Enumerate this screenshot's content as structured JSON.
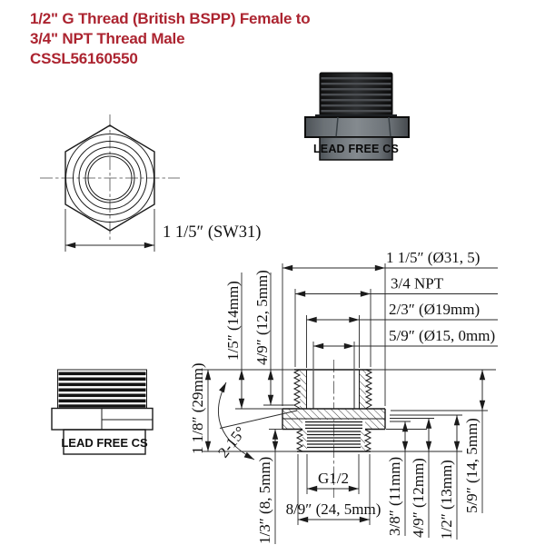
{
  "title": {
    "line1": "1/2\" G Thread (British BSPP) Female to",
    "line2": "3/4\" NPT Thread Male",
    "sku": "CSSL56160550"
  },
  "colors": {
    "title_red": "#AC2430",
    "drawing_line": "#1b1b1b",
    "photo_metal_gray": "#6b7176",
    "photo_thread_black": "#1a1a1a"
  },
  "photo": {
    "body_label": "LEAD FREE CS"
  },
  "front_view": {
    "width_dim": "1 1/5″ (SW31)"
  },
  "side_view": {
    "body_label": "LEAD FREE CS"
  },
  "section_view": {
    "hex_width": "1 1/5″ (Ø31, 5)",
    "npt_thread": "3/4 NPT",
    "dia_19": "2/3″ (Ø19mm)",
    "dia_15": "5/9″ (Ø15, 0mm)",
    "npt_len_14": "1/5″ (14mm)",
    "npt_len_12_5": "4/9″ (12, 5mm)",
    "total_height_29": "1 1/8″ (29mm)",
    "taper_angle": "2-15°",
    "g_thread": "G1/2",
    "body_width_24_5": "8/9″ (24, 5mm)",
    "g_len_8_5": "1/3″ (8, 5mm)",
    "len_11": "3/8″ (11mm)",
    "len_12": "4/9″ (12mm)",
    "len_13": "1/2″ (13mm)",
    "len_14_5": "5/9″ (14, 5mm)"
  }
}
